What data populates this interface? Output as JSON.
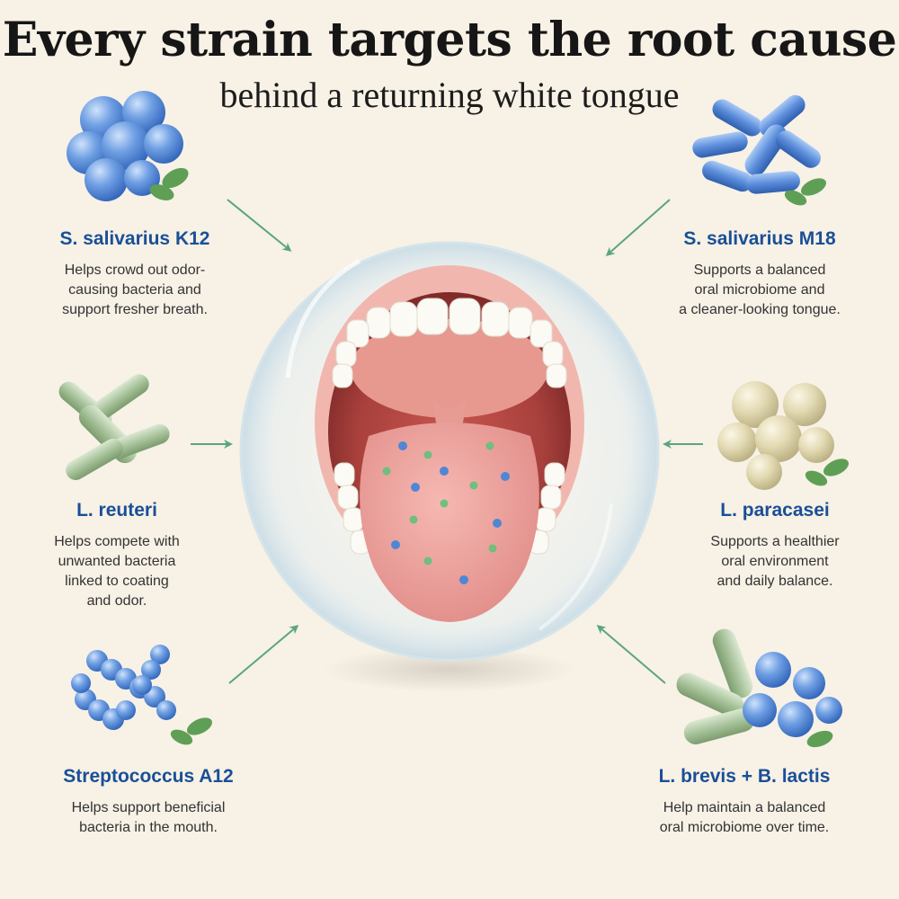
{
  "header": {
    "title": "Every strain targets the root cause",
    "subtitle": "behind a returning white tongue"
  },
  "strains": [
    {
      "name": "S. salivarius K12",
      "desc": [
        "Helps crowd out odor-",
        "causing bacteria and",
        "support fresher breath."
      ]
    },
    {
      "name": "S. salivarius M18",
      "desc": [
        "Supports a balanced",
        "oral microbiome and",
        "a cleaner-looking tongue."
      ]
    },
    {
      "name": "L. reuteri",
      "desc": [
        "Helps compete with",
        "unwanted bacteria",
        "linked to coating",
        "and odor."
      ]
    },
    {
      "name": "L. paracasei",
      "desc": [
        "Supports a healthier",
        "oral environment",
        "and daily balance."
      ]
    },
    {
      "name": "Streptococcus A12",
      "desc": [
        "Helps support beneficial",
        "bacteria in the mouth."
      ]
    },
    {
      "name": "L. brevis + B. lactis",
      "desc": [
        "Help maintain a balanced",
        "oral microbiome over time."
      ]
    }
  ],
  "colors": {
    "background": "#f7f1e6",
    "strain_name": "#1a4f97",
    "arrow": "#5aa57f",
    "blue_bacteria": "#4f86d6",
    "green_bacteria": "#9fbf95",
    "beige_bacteria": "#e4dcb8"
  },
  "icons": [
    "cocci-cluster-icon",
    "rod-bacteria-icon",
    "mint-leaf-icon",
    "mouth-illustration",
    "arrow-icon"
  ]
}
